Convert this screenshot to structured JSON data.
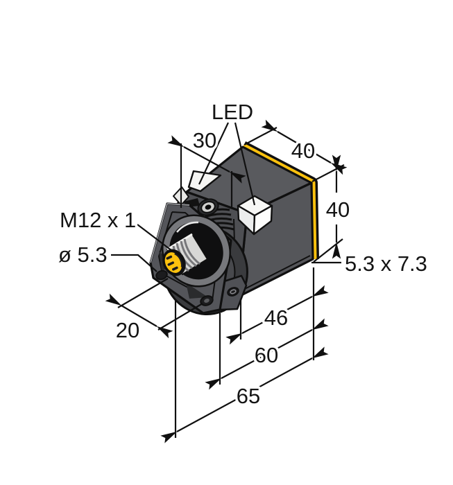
{
  "drawing": {
    "title": "Inductive sensor dimensional drawing, cubic housing with mounting bracket",
    "labels": {
      "led": "LED",
      "connector_thread": "M12 x 1",
      "mounting_hole_diameter": "ø 5.3",
      "mounting_slot": "5.3 x 7.3"
    },
    "dimensions": {
      "led_position": "30",
      "housing_width": "40",
      "housing_height": "40",
      "bracket_depth": "20",
      "hole_spacing": "46",
      "hole_to_face": "60",
      "total_length": "65"
    },
    "colors": {
      "housing_gray": "#595A5E",
      "housing_gray_dark": "#4E4F53",
      "accent_yellow": "#FFC20E",
      "connector_face_yellow": "#FFC20E",
      "thread_silver": "#D8D8D6",
      "led_window_white": "#F5F5F3",
      "line_black": "#101010",
      "background": "#FFFFFF"
    }
  }
}
